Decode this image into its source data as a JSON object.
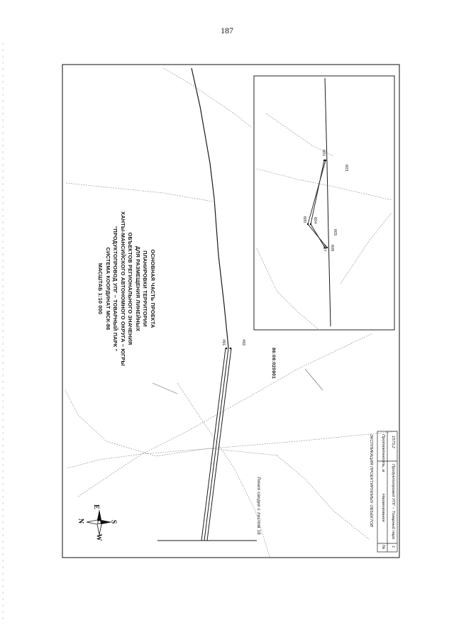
{
  "page": {
    "number": "187"
  },
  "title_block": {
    "lines": [
      "ОСНОВНАЯ ЧАСТЬ ПРОЕКТА",
      "ПЛАНИРОВКИ ТЕРРИТОРИИ",
      "ДЛЯ РАЗМЕЩЕНИЯ ЛИНЕЙНЫХ",
      "ОБЪЕКТОВ РЕГИОНАЛЬНОГО ЗНАЧЕНИЯ",
      "ХАНТЫ-МАНСИЙСКОГО АВТОНОМНОГО ОКРУГА – ЮГРЫ",
      "\"ПРОДУКТОПРОВОД УПГ – ТОВАРНЫЙ ПАРК \"",
      "СИСТЕМА КООРДИНАТ МСК-86",
      "МАСШТАБ 1:10 000"
    ]
  },
  "cadastral_number": "86:08:020901",
  "main_map": {
    "point_labels": [
      "491",
      "492"
    ]
  },
  "inset_map": {
    "point_labels": [
      "601",
      "603",
      "600",
      "604",
      "605",
      "607",
      "606"
    ]
  },
  "edge_label": "Линия сводки с листом 18",
  "compass": {
    "n": "N",
    "e": "E",
    "s": "S",
    "w": "W"
  },
  "legend": {
    "title": "ЭКСПЛИКАЦИЯ ПРОЕКТИРУЕМЫХ ОБЪЕКТОВ",
    "col_number": "№",
    "col_name": "Наименование",
    "col_length": "Протяжённость, м",
    "row_number": "1",
    "row_name": "Продуктопровод УПГ – Товарный парк",
    "row_length": "1573,2"
  },
  "colors": {
    "line": "#1a1a1a",
    "faint": "#9a9a9a",
    "frame": "#222222"
  }
}
